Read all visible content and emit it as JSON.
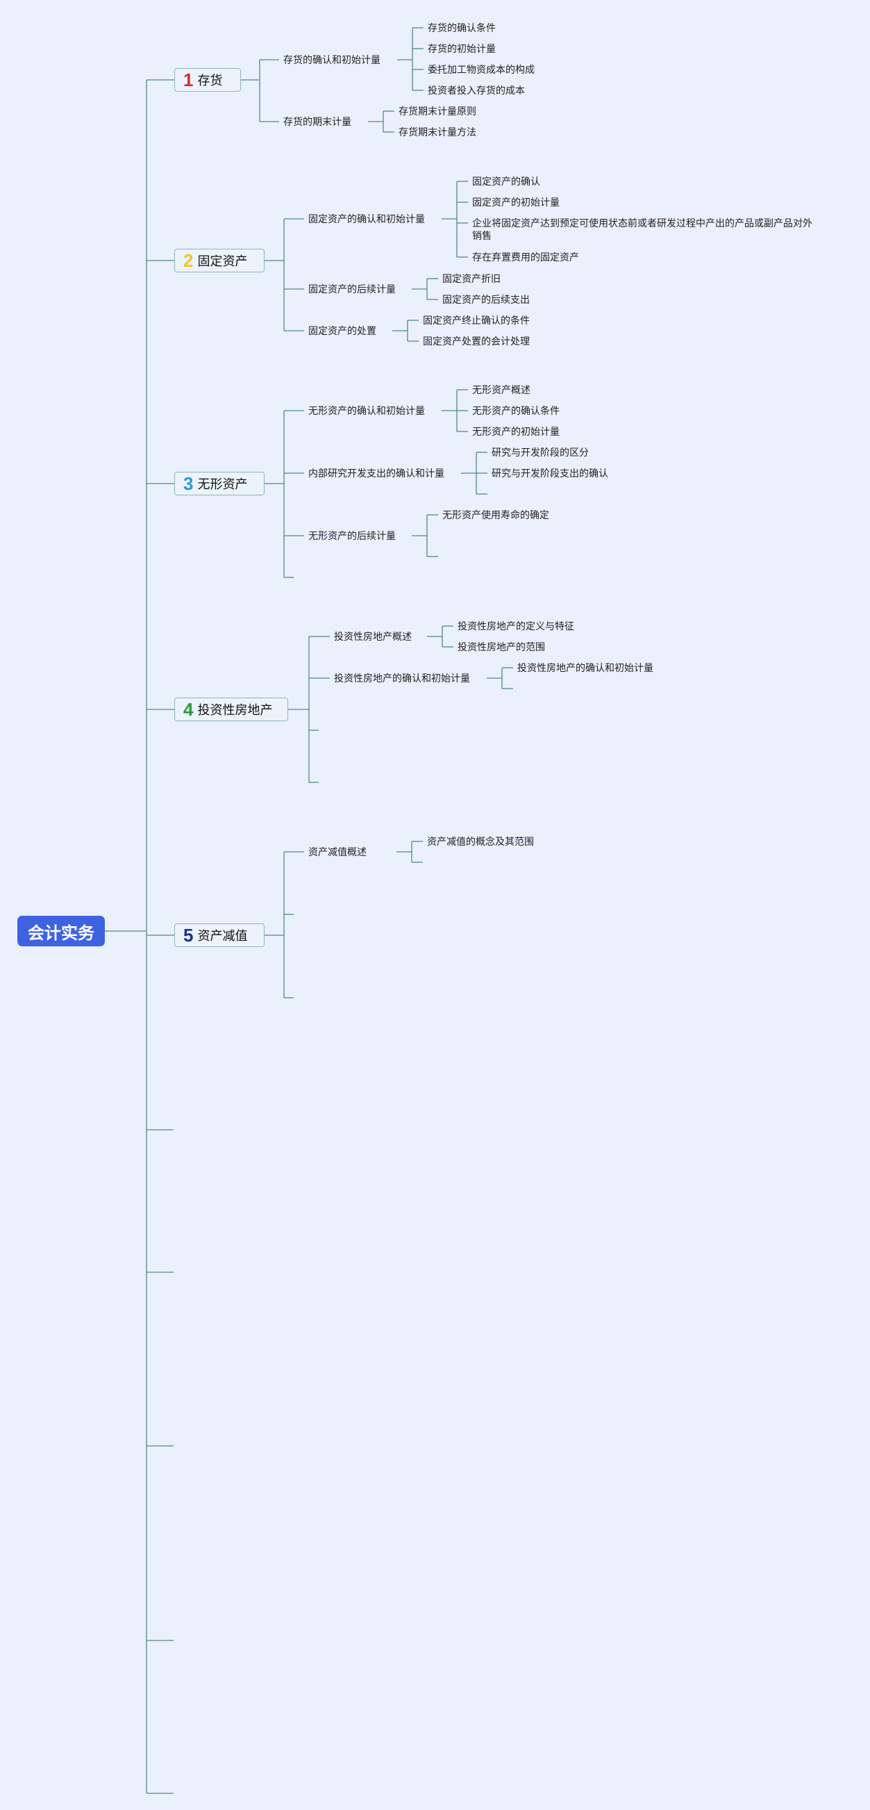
{
  "root": "会计实务",
  "colors": {
    "line": "#4f8a84",
    "root_bg": "#3f63e0",
    "background": "#ebf0fd"
  },
  "sections": [
    {
      "num": "1",
      "num_color": "#d62b2b",
      "label": "存货",
      "children": [
        {
          "label": "存货的确认和初始计量",
          "children": [
            "存货的确认条件",
            "存货的初始计量",
            "委托加工物资成本的构成",
            "投资者投入存货的成本"
          ]
        },
        {
          "label": "存货的期末计量",
          "children": [
            "存货期末计量原则",
            "存货期末计量方法"
          ]
        }
      ]
    },
    {
      "num": "2",
      "num_color": "#f2c531",
      "label": "固定资产",
      "children": [
        {
          "label": "固定资产的确认和初始计量",
          "children": [
            "固定资产的确认",
            "固定资产的初始计量",
            "企业将固定资产达到预定可使用状态前或者研发过程中产出的产品或副产品对外销售",
            "存在弃置费用的固定资产"
          ]
        },
        {
          "label": "固定资产的后续计量",
          "children": [
            "固定资产折旧",
            "固定资产的后续支出"
          ]
        },
        {
          "label": "固定资产的处置",
          "children": [
            "固定资产终止确认的条件",
            "固定资产处置的会计处理"
          ]
        }
      ]
    },
    {
      "num": "3",
      "num_color": "#2b97d6",
      "label": "无形资产",
      "children": [
        {
          "label": "无形资产的确认和初始计量",
          "children": [
            "无形资产概述",
            "无形资产的确认条件",
            "无形资产的初始计量"
          ]
        },
        {
          "label": "内部研究开发支出的确认和计量",
          "children": [
            "研究与开发阶段的区分",
            "研究与开发阶段支出的确认"
          ]
        },
        {
          "label": "无形资产的后续计量",
          "children": [
            "无形资产使用寿命的确定"
          ]
        }
      ]
    },
    {
      "num": "4",
      "num_color": "#2a9a3a",
      "label": "投资性房地产",
      "children": [
        {
          "label": "投资性房地产概述",
          "children": [
            "投资性房地产的定义与特征",
            "投资性房地产的范围"
          ]
        },
        {
          "label": "投资性房地产的确认和初始计量",
          "children": [
            "投资性房地产的确认和初始计量"
          ]
        }
      ]
    },
    {
      "num": "5",
      "num_color": "#1f2f88",
      "label": "资产减值",
      "children": [
        {
          "label": "资产减值概述",
          "children": [
            "资产减值的概念及其范围"
          ]
        }
      ]
    }
  ]
}
